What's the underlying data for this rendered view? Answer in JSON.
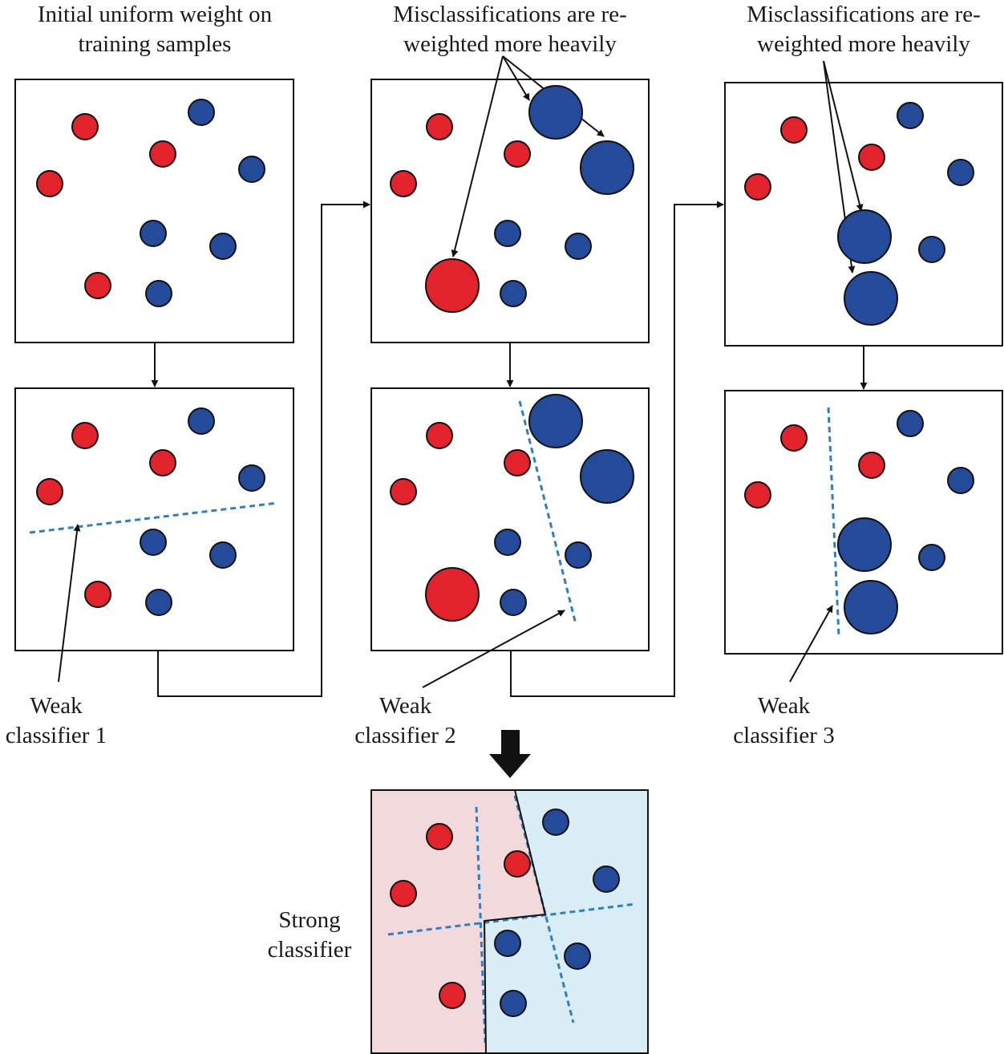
{
  "colors": {
    "red_point": "#e3232b",
    "blue_point": "#244a9a",
    "dashed_boundary": "#2f7fc1",
    "strong_red_region": "#f2dadc",
    "strong_blue_region": "#d9edf4",
    "outline": "#111111"
  },
  "labels": {
    "title_initial": [
      "Initial uniform weight on",
      "training samples"
    ],
    "title_reweight_2": [
      "Misclassifications are re-",
      "weighted more heavily"
    ],
    "title_reweight_3": [
      "Misclassifications are re-",
      "weighted more heavily"
    ],
    "weak_classifier_1": [
      "Weak",
      "classifier 1"
    ],
    "weak_classifier_2": [
      "Weak",
      "classifier 2"
    ],
    "weak_classifier_3": [
      "Weak",
      "classifier 3"
    ],
    "strong_classifier": [
      "Strong",
      "classifier"
    ]
  }
}
